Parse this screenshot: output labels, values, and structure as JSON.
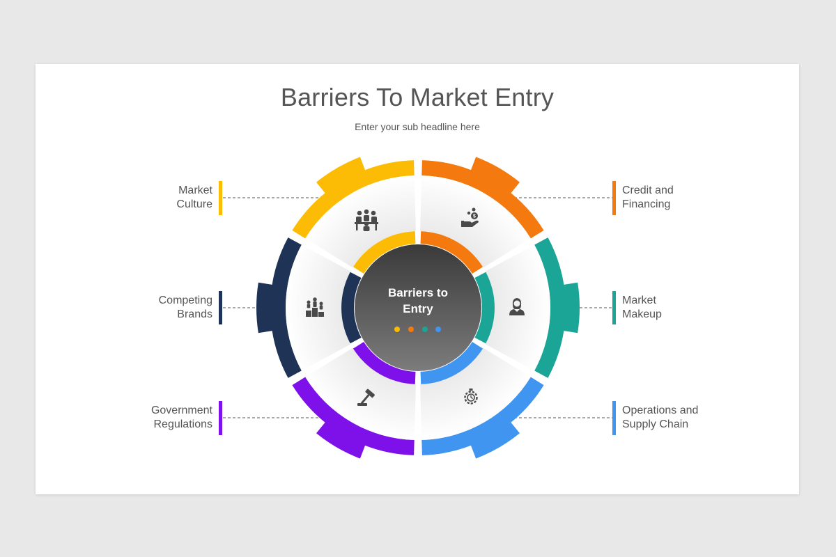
{
  "title": "Barriers To Market Entry",
  "subtitle": "Enter your sub headline here",
  "center": {
    "line1": "Barriers to",
    "line2": "Entry"
  },
  "colors": {
    "yellow": "#fcbc05",
    "orange": "#f47a10",
    "teal": "#1ba596",
    "blue": "#3f95f0",
    "purple": "#7e10ea",
    "navy": "#1f3356"
  },
  "segments": [
    {
      "key": "market_culture",
      "line1": "Market",
      "line2": "Culture",
      "color": "#fcbc05",
      "icon": "meeting-icon"
    },
    {
      "key": "credit_financing",
      "line1": "Credit and",
      "line2": "Financing",
      "color": "#f47a10",
      "icon": "money-hand-icon"
    },
    {
      "key": "market_makeup",
      "line1": "Market",
      "line2": "Makeup",
      "color": "#1ba596",
      "icon": "person-icon"
    },
    {
      "key": "operations_supply",
      "line1": "Operations and",
      "line2": "Supply Chain",
      "color": "#3f95f0",
      "icon": "gear-clock-icon"
    },
    {
      "key": "government_regulations",
      "line1": "Government",
      "line2": "Regulations",
      "color": "#7e10ea",
      "icon": "gavel-icon"
    },
    {
      "key": "competing_brands",
      "line1": "Competing",
      "line2": "Brands",
      "color": "#1f3356",
      "icon": "podium-icon"
    }
  ]
}
